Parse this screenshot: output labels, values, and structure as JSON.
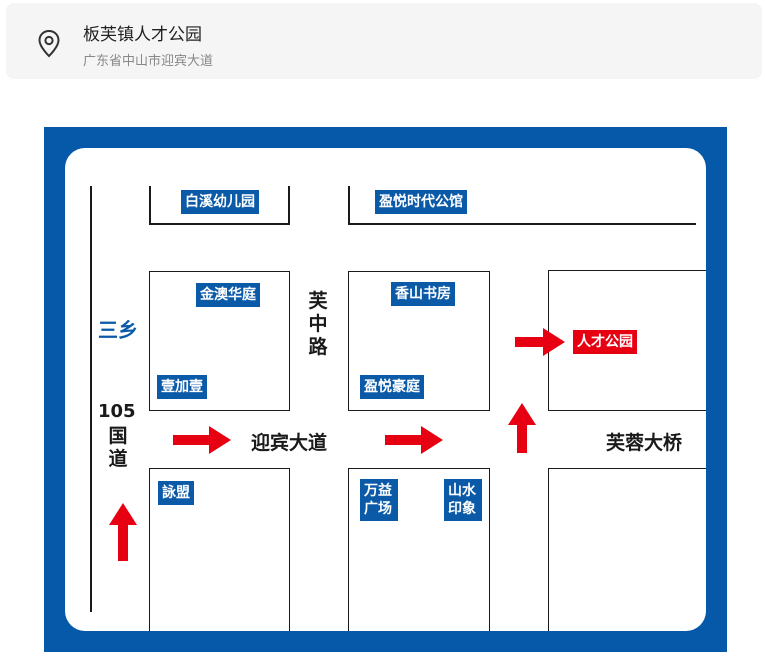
{
  "location": {
    "name": "板芙镇人才公园",
    "address": "广东省中山市迎宾大道",
    "icon": "location-pin-icon"
  },
  "map": {
    "colors": {
      "frame": "#0559a8",
      "label_bg": "#0b5aa8",
      "highlight": "#e60012",
      "arrow": "#e60012"
    },
    "buildings": {
      "baixi": "白溪幼儿园",
      "yingyue_sd": "盈悦时代公馆",
      "jinao": "金澳华庭",
      "yijiayi": "壹加壹",
      "xiangshan": "香山书房",
      "yingyue_ht": "盈悦豪庭",
      "rencai": "人才公园",
      "yongmeng": "詠盟",
      "wanyi": "万益广场",
      "shanshui": "山水印象"
    },
    "roads": {
      "sanxiang": "三乡",
      "guodao_num": "105",
      "guodao": "国道",
      "furong_rd": "芙中路",
      "yingbin": "迎宾大道",
      "bridge": "芙蓉大桥"
    }
  }
}
